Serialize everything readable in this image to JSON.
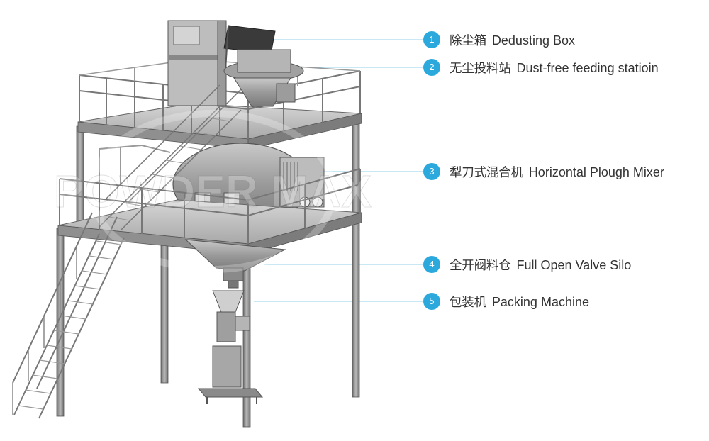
{
  "colors": {
    "accent": "#2ba9dc",
    "leader": "#8fd0ea",
    "text": "#333333",
    "steel": "#8c8c8c"
  },
  "watermark": {
    "brand": "POWDER MAX"
  },
  "callouts": [
    {
      "number": "1",
      "zh": "除尘箱",
      "en": "Dedusting Box"
    },
    {
      "number": "2",
      "zh": "无尘投料站",
      "en": "Dust-free feeding statioin"
    },
    {
      "number": "3",
      "zh": "犁刀式混合机",
      "en": "Horizontal Plough Mixer"
    },
    {
      "number": "4",
      "zh": "全开阀料仓",
      "en": "Full Open Valve Silo"
    },
    {
      "number": "5",
      "zh": "包装机",
      "en": "Packing Machine"
    }
  ]
}
